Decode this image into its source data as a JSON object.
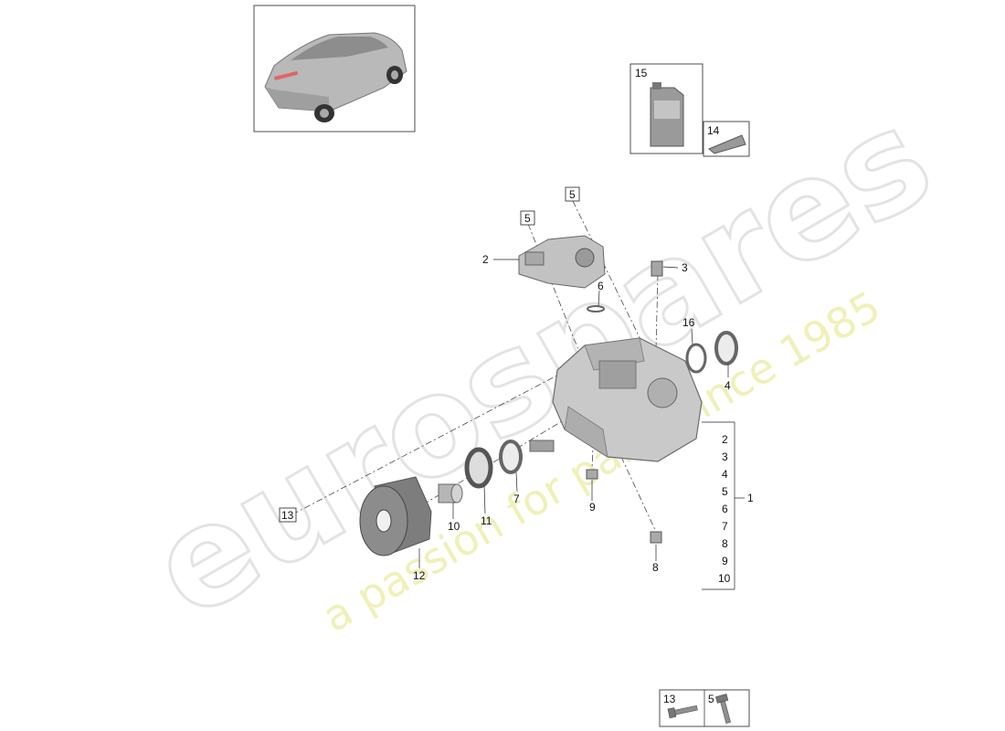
{
  "watermark": {
    "brand": "eurospares",
    "slogan": "a passion for parts since 1985",
    "color_brand": "#e3e3e3",
    "color_slogan": "#eeeeb0"
  },
  "parts": {
    "p1": "1",
    "p2": "2",
    "p3": "3",
    "p4": "4",
    "p6": "6",
    "p7": "7",
    "p8": "8",
    "p9": "9",
    "p10": "10",
    "p11": "11",
    "p12": "12",
    "p16": "16"
  },
  "boxed_refs": {
    "b5a": "5",
    "b5b": "5",
    "b13": "13"
  },
  "kit_list": [
    "2",
    "3",
    "4",
    "5",
    "6",
    "7",
    "8",
    "9",
    "10"
  ],
  "insets": {
    "oil": "15",
    "sealant": "14"
  },
  "fastener_table": {
    "col1": "13",
    "col2": "5"
  }
}
